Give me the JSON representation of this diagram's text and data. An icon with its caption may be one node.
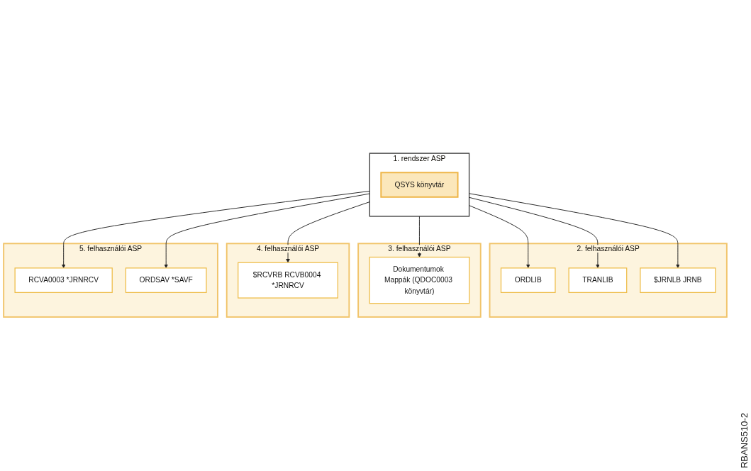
{
  "diagram": {
    "nodes": [
      {
        "text": [
          "1. rendszer ASP"
        ]
      },
      {
        "text": [
          "QSYS könyvtár"
        ],
        "in": 0
      },
      {
        "text": [
          "2. felhasználói ASP"
        ]
      },
      {
        "text": [
          "ORDLIB"
        ],
        "in": 2
      },
      {
        "text": [
          "TRANLIB"
        ],
        "in": 2
      },
      {
        "text": [
          "$JRNLB JRNB"
        ],
        "in": 2
      },
      {
        "text": [
          "3. felhasználói ASP"
        ]
      },
      {
        "text": [
          "Dokumentumok Mappák (QDOC0003 könyvtár)"
        ],
        "in": 6
      },
      {
        "text": [
          "4. felhasználói ASP"
        ]
      },
      {
        "text": [
          "$RCVRB RCVB0004 *JRNRCV"
        ],
        "in": 8
      },
      {
        "text": [
          "5. felhasználói ASP"
        ]
      },
      {
        "text": [
          "RCVA0003 *JRNRCV"
        ],
        "in": 10
      },
      {
        "text": [
          "ORDSAV *SAVF"
        ],
        "in": 10
      }
    ],
    "edges": [
      {
        "from": 0,
        "to": 3,
        "arrow": "to"
      },
      {
        "from": 0,
        "to": 4,
        "arrow": "to"
      },
      {
        "from": 0,
        "to": 5,
        "arrow": "to"
      },
      {
        "from": 0,
        "to": 7,
        "arrow": "to"
      },
      {
        "from": 0,
        "to": 9,
        "arrow": "to"
      },
      {
        "from": 0,
        "to": 11,
        "arrow": "to"
      },
      {
        "from": 0,
        "to": 12,
        "arrow": "to"
      }
    ],
    "labels": [
      "RBANS510-2"
    ]
  }
}
